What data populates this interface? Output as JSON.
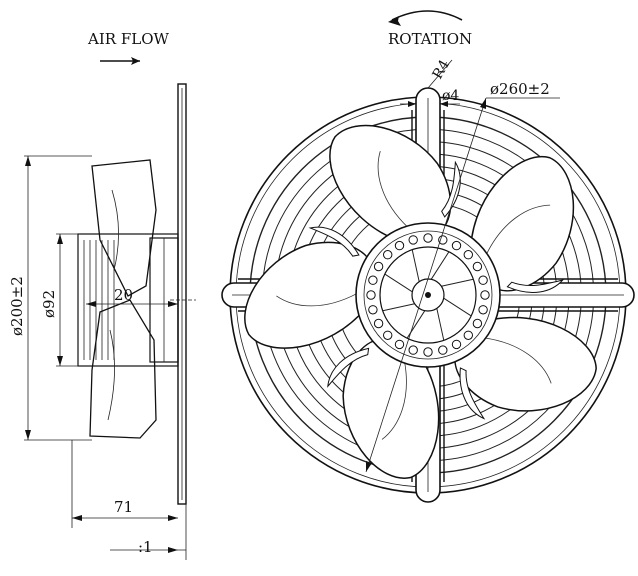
{
  "labels": {
    "air_flow": "AIR FLOW",
    "rotation": "ROTATION"
  },
  "dimensions": {
    "diameter_200": "ø200±2",
    "diameter_92": "ø92",
    "depth_20": "20",
    "depth_71": "71",
    "offset_1": ":1",
    "radius_r4": "R4",
    "diameter_4": "ø4",
    "diameter_260": "ø260±2"
  },
  "front_view": {
    "blade_count": 5,
    "guard_ring_count": 8,
    "hub_hole_count": 24
  }
}
